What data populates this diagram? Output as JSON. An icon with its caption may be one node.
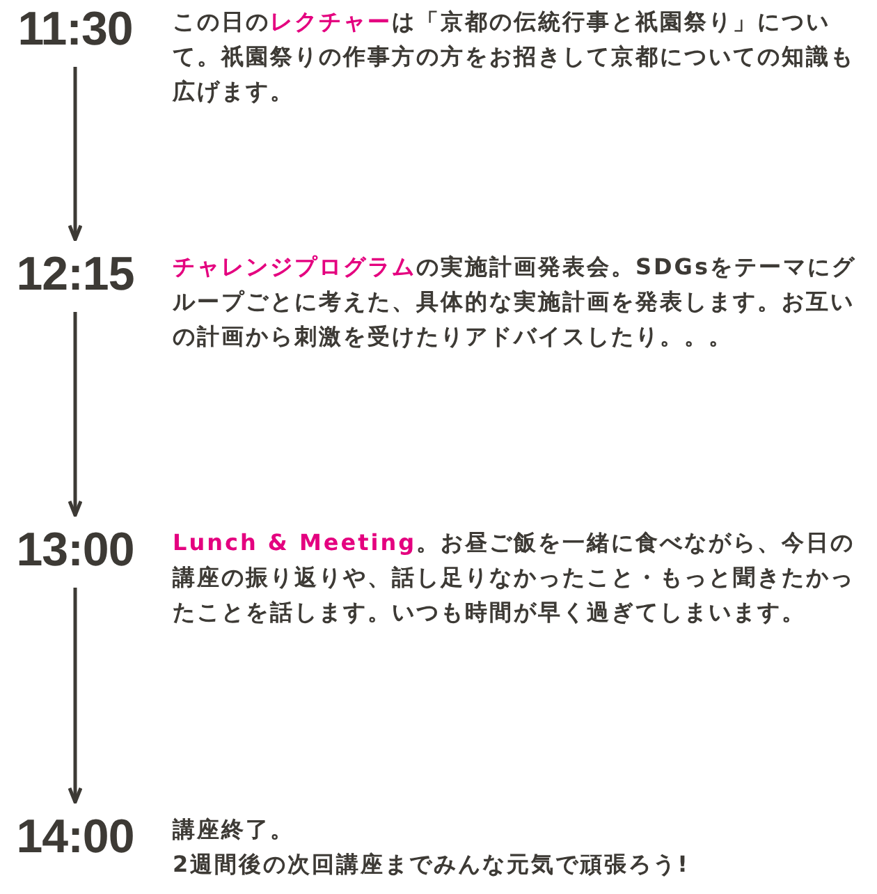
{
  "diagram": {
    "nodes": [
      {
        "text": [
          "11:30"
        ],
        "beside": [
          "この日の**レクチャー**は「京都の伝統行事と祇園祭り」について。祇園祭りの作事方の方をお招きして京都についての知識も広げます。"
        ]
      },
      {
        "text": [
          "12:15"
        ],
        "beside": [
          "**チャレンジプログラム**の実施計画発表会。SDGsをテーマにグループごとに考えた、具体的な実施計画を発表します。お互いの計画から刺激を受けたりアドバイスしたり。。。"
        ]
      },
      {
        "text": [
          "13:00"
        ],
        "beside": [
          "**Lunch & Meeting**。お昼ご飯を一緒に食べながら、今日の講座の振り返りや、話し足りなかったこと・もっと聞きたかったことを話します。いつも時間が早く過ぎてしまいます。"
        ]
      },
      {
        "text": [
          "14:00"
        ],
        "beside": [
          "講座終了。",
          "2週間後の次回講座までみんな元気で頑張ろう!"
        ]
      }
    ],
    "edges": [
      {
        "from": 0,
        "to": 1,
        "arrow": "to"
      },
      {
        "from": 1,
        "to": 2,
        "arrow": "to"
      },
      {
        "from": 2,
        "to": 3,
        "arrow": "to"
      }
    ]
  }
}
